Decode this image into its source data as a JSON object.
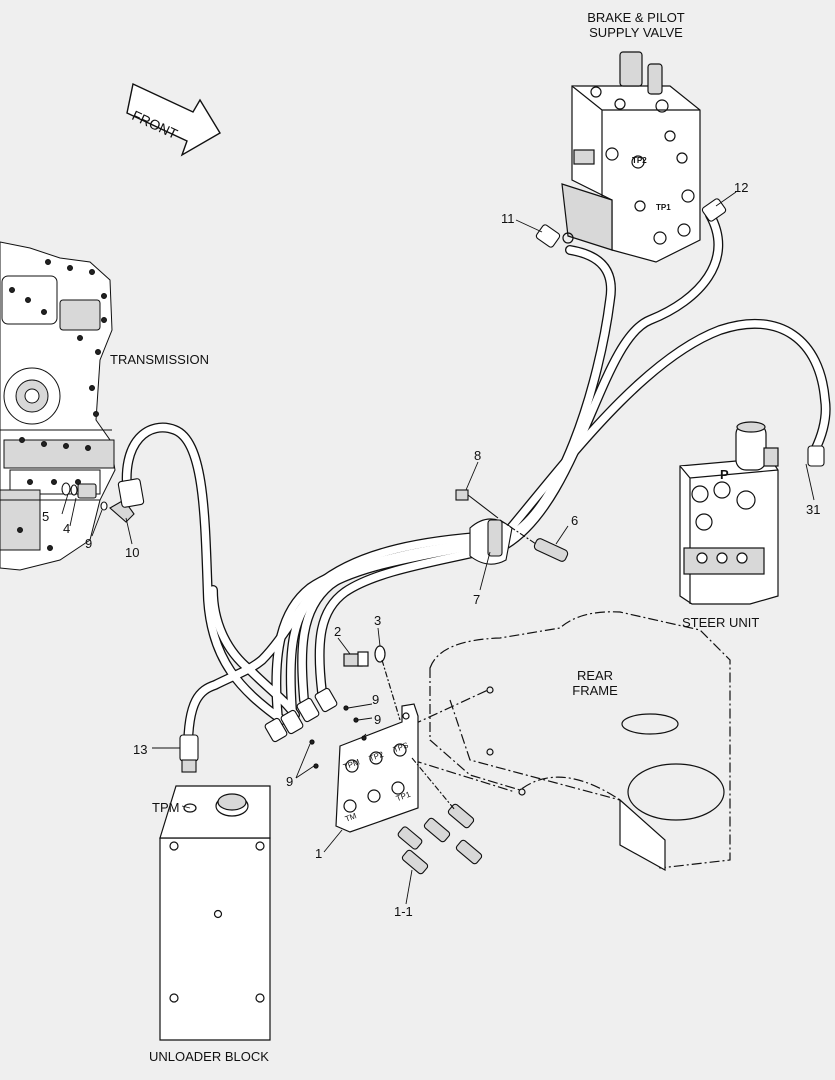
{
  "titles": {
    "brake_valve_line1": "BRAKE & PILOT",
    "brake_valve_line2": "SUPPLY VALVE",
    "front": "FRONT",
    "transmission": "TRANSMISSION",
    "steer_unit": "STEER UNIT",
    "rear_frame_line1": "REAR",
    "rear_frame_line2": "FRAME",
    "unloader_block": "UNLOADER BLOCK"
  },
  "port_labels": {
    "tpm_block": "TPM",
    "tpm": "TPM",
    "tp2": "TP2",
    "tps": "TPS",
    "tm": "TM",
    "tp1": "TP1",
    "valve_tp2": "TP2",
    "valve_tp1": "TP1",
    "steer_p": "P"
  },
  "callouts": {
    "c1": "1",
    "c1_1": "1-1",
    "c2": "2",
    "c3": "3",
    "c4": "4",
    "c5": "5",
    "c6": "6",
    "c7": "7",
    "c8": "8",
    "c9_a": "9",
    "c9_b": "9",
    "c9_c": "9",
    "c9_d": "9",
    "c10": "10",
    "c11": "11",
    "c12": "12",
    "c13": "13",
    "c31": "31"
  },
  "colors": {
    "background": "#efefef",
    "line": "#111111",
    "part_fill": "#ffffff",
    "shade": "#d8d8d8"
  }
}
